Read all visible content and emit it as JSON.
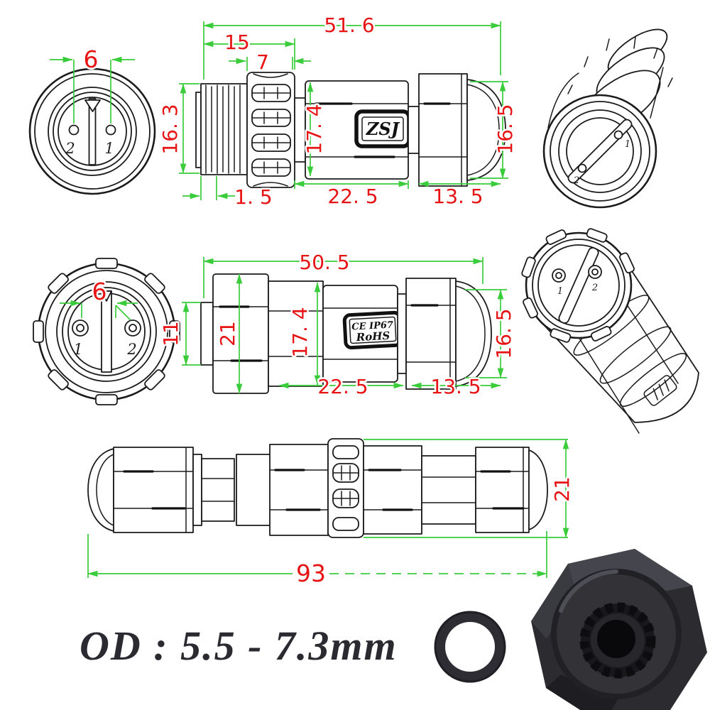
{
  "colors": {
    "dimension_line": "#3acc3a",
    "dimension_text": "#e61414",
    "line_art": "#1b1b1b",
    "footer_text": "#2a2a30",
    "photo_dark": "#2b2b30"
  },
  "male_connector": {
    "front": {
      "pin_spacing": "6",
      "pin_left_label": "2",
      "pin_right_label": "1"
    },
    "side": {
      "brand": "ZSJ",
      "total_length": "51. 6",
      "front_section_length": "15",
      "slot_width": "7",
      "thread_od": "16. 3",
      "body_od": "17. 4",
      "gland_od": "16. 5",
      "thread_relief": "1. 5",
      "body_length": "22. 5",
      "gland_length": "13. 5"
    },
    "perspective": {
      "pin1": "1",
      "pin2": "2"
    }
  },
  "female_connector": {
    "front": {
      "pin_spacing": "6",
      "pin_left_label": "1",
      "pin_right_label": "2"
    },
    "side": {
      "cert_line1": "CE IP67",
      "cert_line2": "RoHS",
      "total_length": "50. 5",
      "rear_od": "11",
      "coupling_od": "21",
      "body_od": "17. 4",
      "gland_od": "16. 5",
      "body_length": "22. 5",
      "gland_length": "13. 5"
    },
    "perspective": {
      "pin1": "1",
      "pin2": "2"
    }
  },
  "assembled": {
    "total_length": "93",
    "coupling_od": "21"
  },
  "footer": {
    "cable_od_text": "OD : 5.5 - 7.3mm"
  }
}
